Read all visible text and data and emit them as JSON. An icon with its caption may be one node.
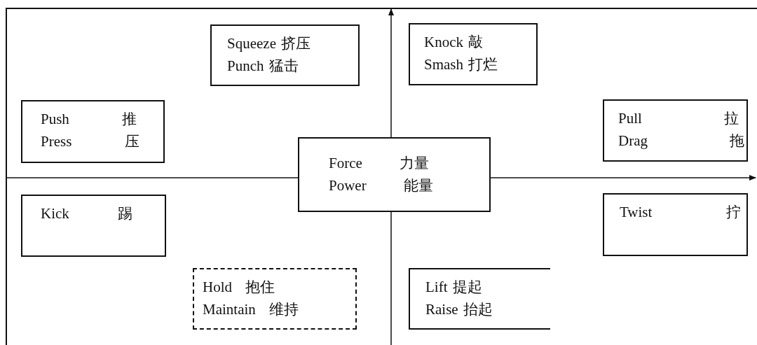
{
  "diagram": {
    "nodes": [
      {
        "text": [
          "Squeeze 挤压",
          "Punch 猛击"
        ]
      },
      {
        "text": [
          "Knock 敲",
          "Smash 打烂"
        ]
      },
      {
        "text": [
          "Push 推",
          "Press 压"
        ]
      },
      {
        "text": [
          "Pull 拉",
          "Drag 拖"
        ]
      },
      {
        "text": [
          "Force 力量",
          "Power 能量"
        ]
      },
      {
        "text": [
          "Kick 踢"
        ]
      },
      {
        "text": [
          "Twist 拧"
        ]
      },
      {
        "text": [
          "Hold 抱住",
          "Maintain 维持"
        ]
      },
      {
        "text": [
          "Lift 提起",
          "Raise 抬起"
        ]
      }
    ],
    "edges": []
  }
}
